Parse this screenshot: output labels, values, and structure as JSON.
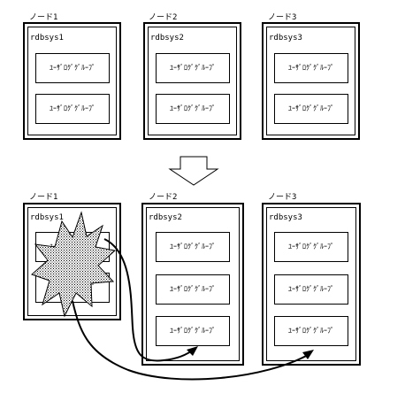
{
  "before": {
    "nodes": [
      {
        "label": "ノード1",
        "system": "rdbsys1",
        "groups": [
          "ﾕｰｻﾞﾛｸﾞｸﾞﾙｰﾌﾟ",
          "ﾕｰｻﾞﾛｸﾞｸﾞﾙｰﾌﾟ"
        ]
      },
      {
        "label": "ノード2",
        "system": "rdbsys2",
        "groups": [
          "ﾕｰｻﾞﾛｸﾞｸﾞﾙｰﾌﾟ",
          "ﾕｰｻﾞﾛｸﾞｸﾞﾙｰﾌﾟ"
        ]
      },
      {
        "label": "ノード3",
        "system": "rdbsys3",
        "groups": [
          "ﾕｰｻﾞﾛｸﾞｸﾞﾙｰﾌﾟ",
          "ﾕｰｻﾞﾛｸﾞｸﾞﾙｰﾌﾟ"
        ]
      }
    ]
  },
  "after": {
    "nodes": [
      {
        "label": "ノード1",
        "system": "rdbsys1",
        "groups": [
          "ﾕｰｻﾞﾛｸﾞｸﾞﾙｰﾌﾟ",
          "ﾕｰｻﾞﾛｸﾞｸﾞﾙｰﾌﾟ"
        ],
        "failed": true
      },
      {
        "label": "ノード2",
        "system": "rdbsys2",
        "groups": [
          "ﾕｰｻﾞﾛｸﾞｸﾞﾙｰﾌﾟ",
          "ﾕｰｻﾞﾛｸﾞｸﾞﾙｰﾌﾟ",
          "ﾕｰｻﾞﾛｸﾞｸﾞﾙｰﾌﾟ"
        ]
      },
      {
        "label": "ノード3",
        "system": "rdbsys3",
        "groups": [
          "ﾕｰｻﾞﾛｸﾞｸﾞﾙｰﾌﾟ",
          "ﾕｰｻﾞﾛｸﾞｸﾞﾙｰﾌﾟ",
          "ﾕｰｻﾞﾛｸﾞｸﾞﾙｰﾌﾟ"
        ]
      }
    ]
  },
  "icons": {
    "transition_arrow": "down-arrow-icon",
    "failure": "explosion-icon",
    "takeover": "curved-arrow-icon"
  },
  "colors": {
    "line": "#000000",
    "background": "#ffffff"
  }
}
